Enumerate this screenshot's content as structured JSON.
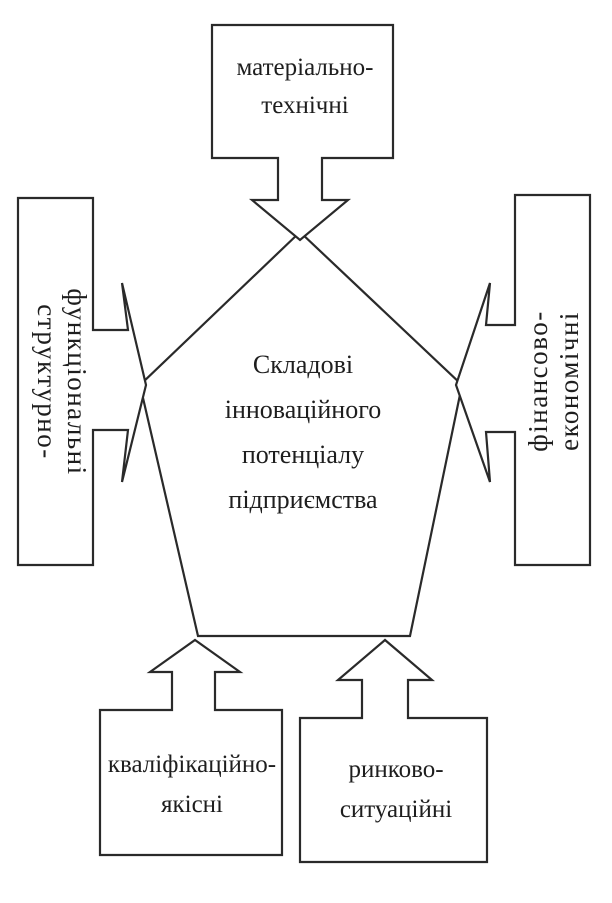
{
  "center": {
    "line1": "Складові",
    "line2": "інноваційного",
    "line3": "потенціалу",
    "line4": "підприємства"
  },
  "components": {
    "top": {
      "line1": "матеріально-",
      "line2": "технічні"
    },
    "left": {
      "line1": "структурно-",
      "line2": "функціональні"
    },
    "right": {
      "line1": "фінансово-",
      "line2": "економічні"
    },
    "bottom_left": {
      "line1": "кваліфікаційно-",
      "line2": "якісні"
    },
    "bottom_right": {
      "line1": "ринково-",
      "line2": "ситуаційні"
    }
  },
  "colors": {
    "stroke": "#2a2a2a",
    "text": "#1e1e1e",
    "background": "#ffffff"
  }
}
